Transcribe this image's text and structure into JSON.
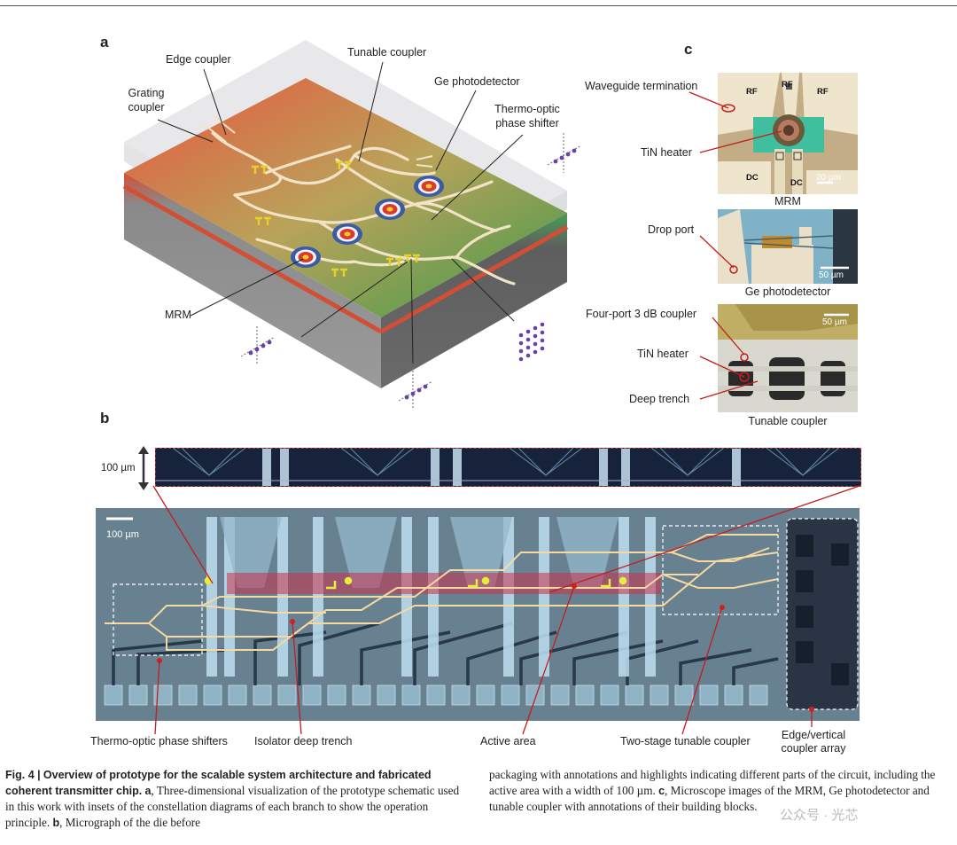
{
  "panels": {
    "a": {
      "letter": "a",
      "labels": {
        "edge_coupler": "Edge coupler",
        "grating_coupler_1": "Grating",
        "grating_coupler_2": "coupler",
        "tunable_coupler": "Tunable coupler",
        "ge_photodetector": "Ge photodetector",
        "thermo_optic_1": "Thermo-optic",
        "thermo_optic_2": "phase shifter",
        "mrm": "MRM"
      }
    },
    "b": {
      "letter": "b",
      "scale_top": "100 µm",
      "scale_inset": "100 µm",
      "labels": {
        "thermo_optic_phase_shifters": "Thermo-optic phase shifters",
        "isolator_deep_trench": "Isolator deep trench",
        "active_area": "Active area",
        "two_stage_tunable_coupler": "Two-stage tunable coupler",
        "edge_vertical_1": "Edge/vertical",
        "edge_vertical_2": "coupler array"
      }
    },
    "c": {
      "letter": "c",
      "mrm_image": {
        "rf_left": "RF",
        "rf_center": "RF",
        "rf_right": "RF",
        "dc_left": "DC",
        "dc_right": "DC",
        "scale": "20 µm",
        "caption": "MRM"
      },
      "pd_image": {
        "scale": "50 µm",
        "caption": "Ge photodetector"
      },
      "tc_image": {
        "scale": "50 µm",
        "caption": "Tunable coupler"
      },
      "labels": {
        "waveguide_termination": "Waveguide termination",
        "tin_heater_1": "TiN heater",
        "drop_port": "Drop port",
        "four_port": "Four-port 3 dB coupler",
        "tin_heater_2": "TiN heater",
        "deep_trench": "Deep trench"
      }
    }
  },
  "caption": {
    "fig_label": "Fig. 4 |",
    "title": "Overview of prototype for the scalable system architecture and fabricated coherent transmitter chip.",
    "a_letter": "a",
    "a_text": ", Three-dimensional visualization of the prototype schematic used in this work with insets of the constellation diagrams of each branch to show the operation principle.",
    "b_letter": "b",
    "b_text_1": ", Micrograph of the die before",
    "b_text_2": "packaging with annotations and highlights indicating different parts of the circuit, including the active area with a width of 100 µm.",
    "c_letter": "c",
    "c_text": ", Microscope images of the MRM, Ge photodetector and tunable coupler with annotations of their building blocks."
  },
  "watermark": "公众号 · 光芯"
}
